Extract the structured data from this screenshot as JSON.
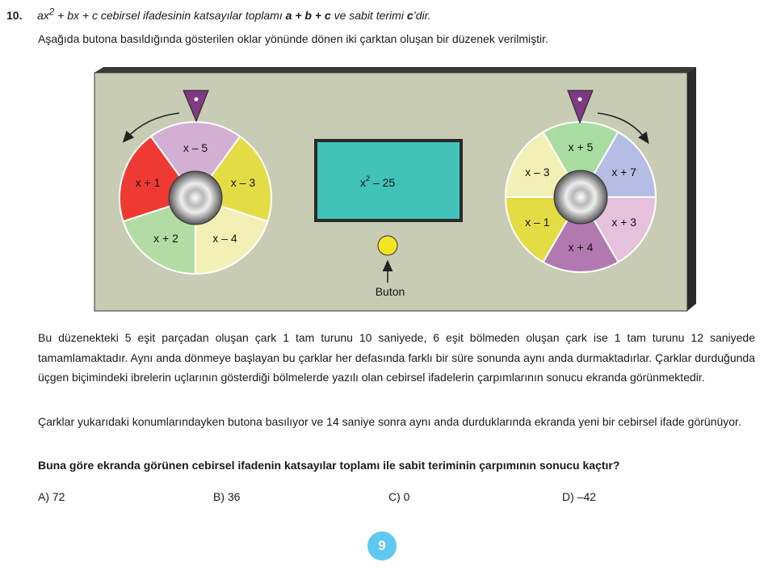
{
  "question": {
    "number": "10.",
    "definition": {
      "p1": "ax",
      "sup": "2",
      "p2": " + bx + c cebirsel ifadesinin katsayılar toplamı ",
      "bold1": "a + b + c",
      "p3": " ve sabit terimi ",
      "bold2": "c",
      "p4": "’dir."
    },
    "intro": "Aşağıda butona basıldığında gösterilen oklar yönünde dönen iki çarktan oluşan bir düzenek verilmiştir.",
    "paragraph1": "Bu düzenekteki 5 eşit parçadan oluşan çark 1 tam turunu 10 saniyede, 6 eşit bölmeden oluşan çark ise 1 tam turunu 12 saniyede tamamlamaktadır. Aynı anda dönmeye başlayan bu çarklar her defasında farklı bir süre sonunda aynı anda durmaktadırlar. Çarklar durduğunda üçgen biçimindeki ibrelerin uçlarının gösterdiği bölmelerde yazılı olan cebirsel ifadelerin çarpımlarının sonucu ekranda görünmektedir.",
    "paragraph2": "Çarklar yukarıdaki konumlarındayken butona basılıyor ve 14 saniye sonra aynı anda durduklarında ekranda yeni bir cebirsel ifade görünüyor.",
    "prompt": "Buna göre ekranda görünen cebirsel ifadenin katsayılar toplamı ile sabit teriminin çarpımının sonucu kaçtır?",
    "options": [
      {
        "label": "A) 72"
      },
      {
        "label": "B) 36"
      },
      {
        "label": "C) 0"
      },
      {
        "label": "D) –42"
      }
    ]
  },
  "figure": {
    "screen": {
      "base": "x",
      "sup": "2",
      "rest": " – 25"
    },
    "button_label": "Buton",
    "wheel1": {
      "segments": [
        {
          "label": "x – 5",
          "color": "#d3afd3"
        },
        {
          "label": "x – 3",
          "color": "#e4dc45"
        },
        {
          "label": "x – 4",
          "color": "#f3f0b6"
        },
        {
          "label": "x + 2",
          "color": "#b3dca4"
        },
        {
          "label": "x + 1",
          "color": "#ee3a32"
        }
      ]
    },
    "wheel2": {
      "segments": [
        {
          "label": "x + 5",
          "color": "#a9dca1"
        },
        {
          "label": "x + 7",
          "color": "#b6bde5"
        },
        {
          "label": "x + 3",
          "color": "#e6c1dc"
        },
        {
          "label": "x + 4",
          "color": "#b278b0"
        },
        {
          "label": "x – 1",
          "color": "#e4dc45"
        },
        {
          "label": "x – 3",
          "color": "#f3f0b6"
        }
      ]
    },
    "colors": {
      "panel": "#c9ccb4",
      "screen_fill": "#40c2b8",
      "pointer": "#7e3a82",
      "button": "#f3e523"
    }
  },
  "page_number": "9"
}
